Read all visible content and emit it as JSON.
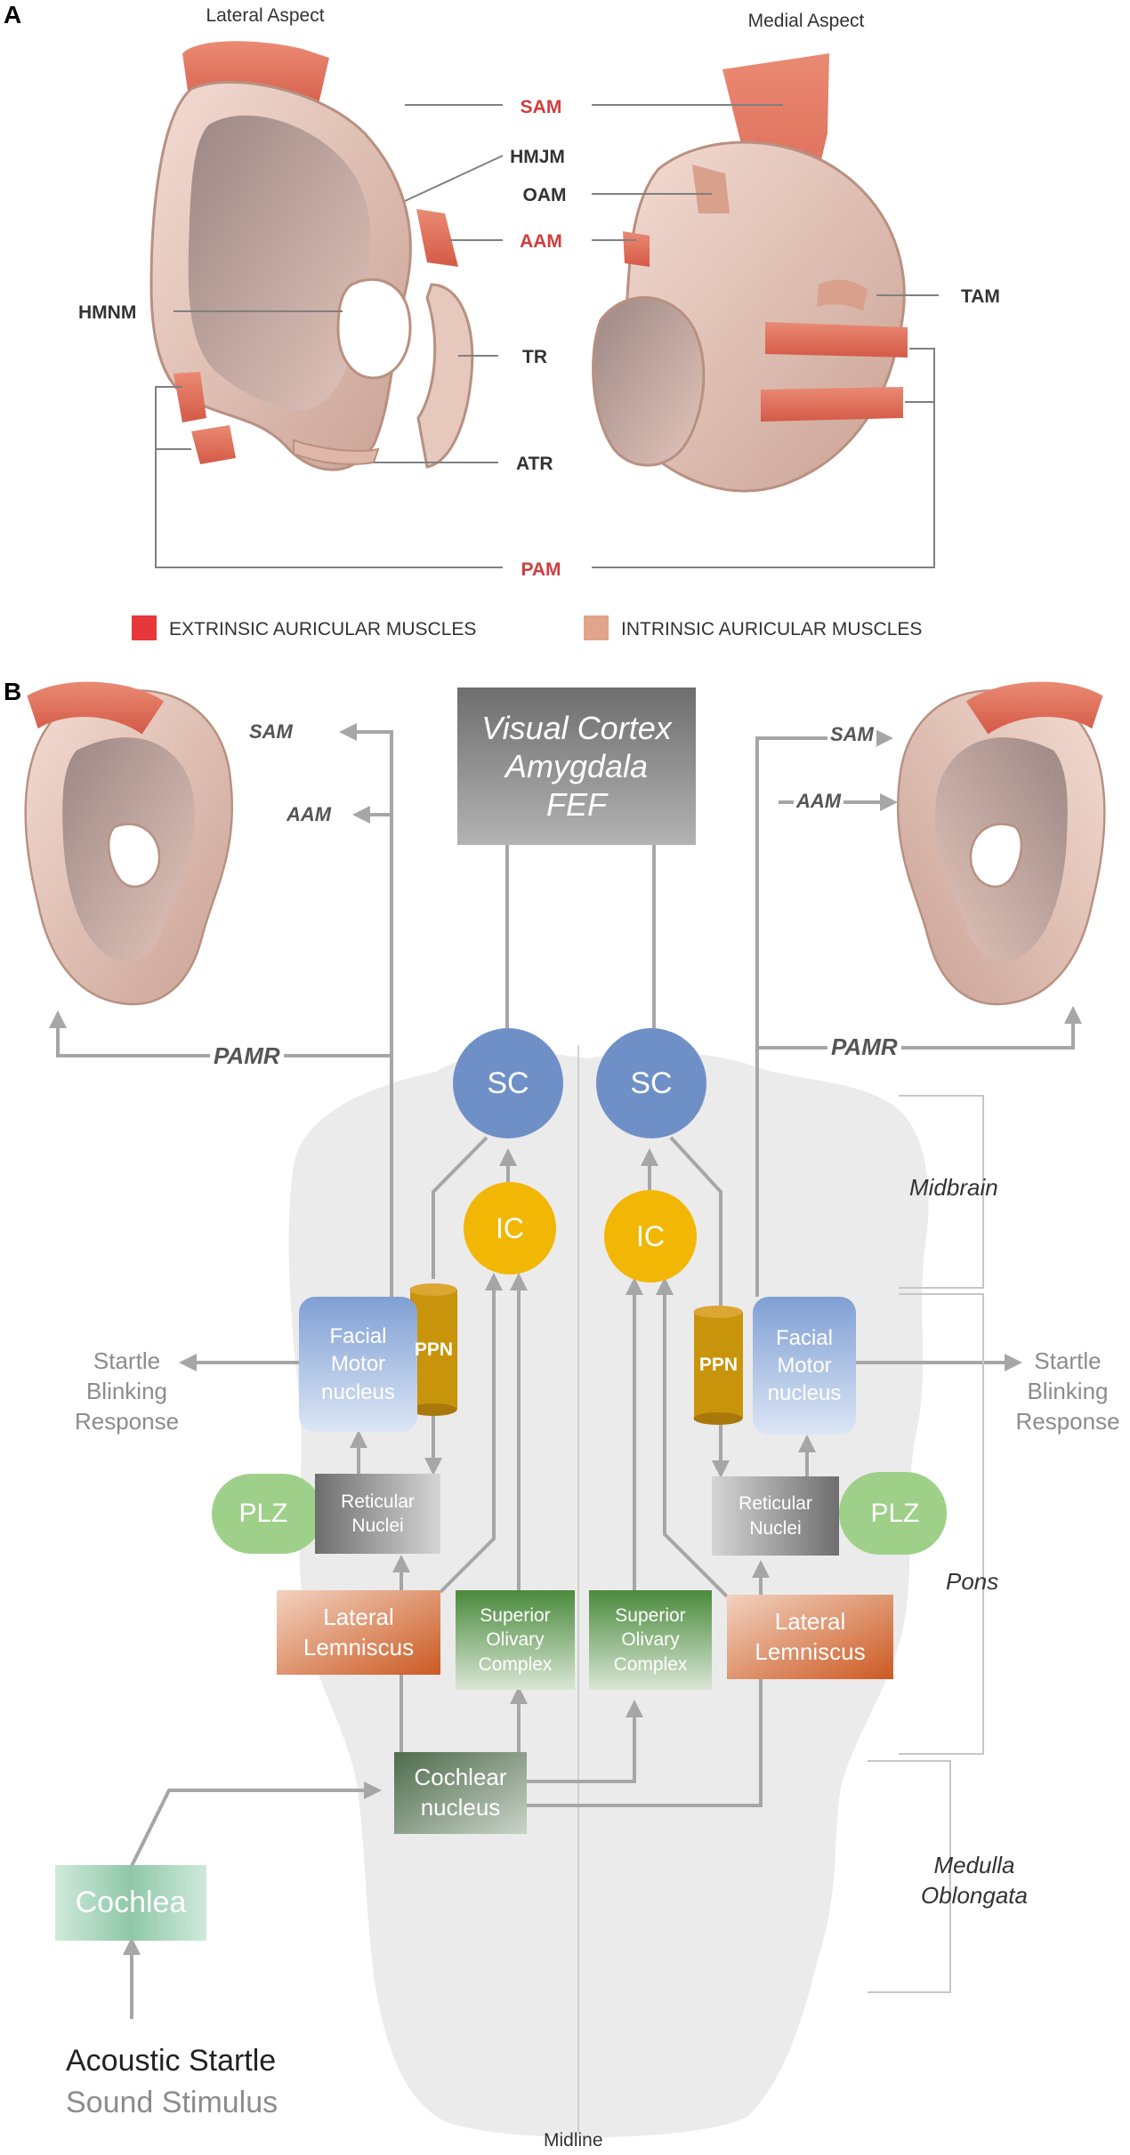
{
  "panel_a": {
    "letter": "A",
    "lateral_title": "Lateral Aspect",
    "medial_title": "Medial Aspect",
    "labels": {
      "sam": "SAM",
      "hmjm": "HMJM",
      "oam": "OAM",
      "aam": "AAM",
      "tam": "TAM",
      "hmnm": "HMNM",
      "tr": "TR",
      "atr": "ATR",
      "pam": "PAM"
    },
    "legend": {
      "extrinsic": "EXTRINSIC AURICULAR MUSCLES",
      "intrinsic": "INTRINSIC AURICULAR MUSCLES",
      "extrinsic_color": "#e8373a",
      "intrinsic_color": "#e0a58a"
    }
  },
  "panel_b": {
    "letter": "B",
    "top_box": "Visual Cortex\nAmygdala\nFEF",
    "left_labels": {
      "sam": "SAM",
      "aam": "AAM",
      "pamr": "PAMR"
    },
    "right_labels": {
      "sam": "SAM",
      "aam": "AAM",
      "pamr": "PAMR"
    },
    "sc": "SC",
    "ic": "IC",
    "ppn": "PPN",
    "facial_motor": "Facial\nMotor\nnucleus",
    "startle_response": "Startle\nBlinking\nResponse",
    "plz": "PLZ",
    "reticular": "Reticular\nNuclei",
    "lateral_lemniscus": "Lateral\nLemniscus",
    "superior_olivary": "Superior\nOlivary\nComplex",
    "cochlear_nucleus": "Cochlear\nnucleus",
    "cochlea": "Cochlea",
    "regions": {
      "midbrain": "Midbrain",
      "pons": "Pons",
      "medulla": "Medulla\nOblongata"
    },
    "stimulus_line1": "Acoustic Startle",
    "stimulus_line2": "Sound Stimulus",
    "midline": "Midline",
    "colors": {
      "sc": "#6f8fc7",
      "ic": "#f2b705",
      "ppn": "#c8940b",
      "facial": "#9fb8e0",
      "plz": "#9fd08a",
      "reticular": "#8a8a8a",
      "lemniscus": "#d9703d",
      "olivary": "#5f9a52",
      "cochlear": "#6f8a6c",
      "cochlea": "#a9d6be",
      "red_label": "#d23c3c",
      "connector": "#a6a6a6"
    }
  }
}
